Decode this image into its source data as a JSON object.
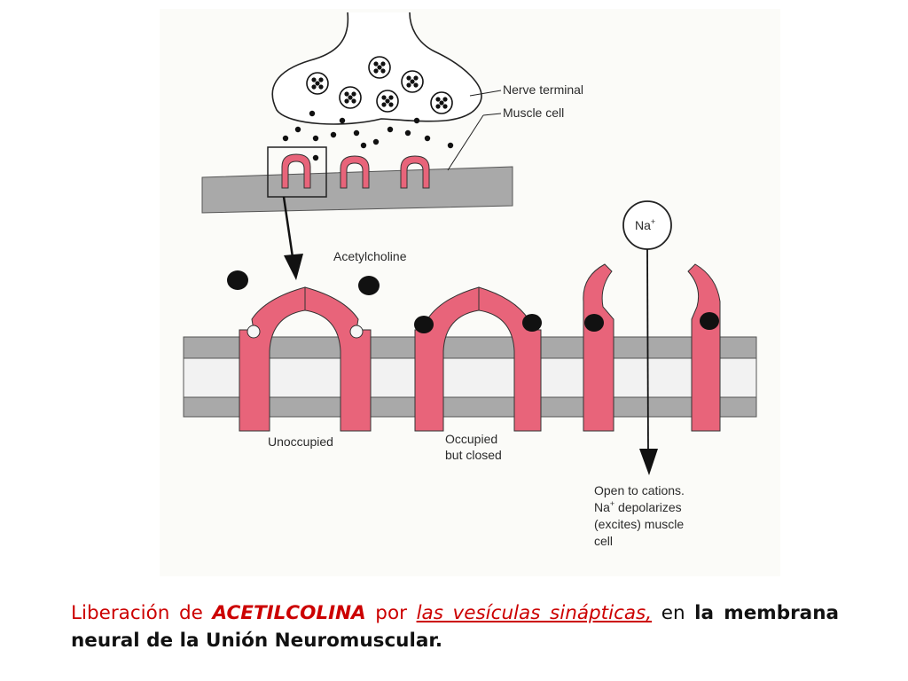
{
  "diagram": {
    "labels": {
      "nerve_terminal": "Nerve terminal",
      "muscle_cell": "Muscle cell",
      "acetylcholine": "Acetylcholine",
      "sodium_ion": "Na",
      "sodium_ion_sup": "+",
      "unoccupied": "Unoccupied",
      "occupied_line1": "Occupied",
      "occupied_line2": "but closed",
      "open_line1": "Open to cations.",
      "open_line2_na": "Na",
      "open_line2_sup": "+",
      "open_line2_rest": " depolarizes",
      "open_line3": "(excites) muscle",
      "open_line4": "cell"
    },
    "colors": {
      "receptor": "#e8647a",
      "membrane": "#a9a9a9",
      "membrane_light": "#cfcfcf",
      "ink": "#111111"
    }
  },
  "caption": {
    "part1": "Liberación de ",
    "part2": "ACETILCOLINA",
    "part3": " por ",
    "part4": "las vesículas sinápticas,",
    "part5": " en ",
    "part6": "la membrana neural de la Unión Neuromuscular."
  }
}
